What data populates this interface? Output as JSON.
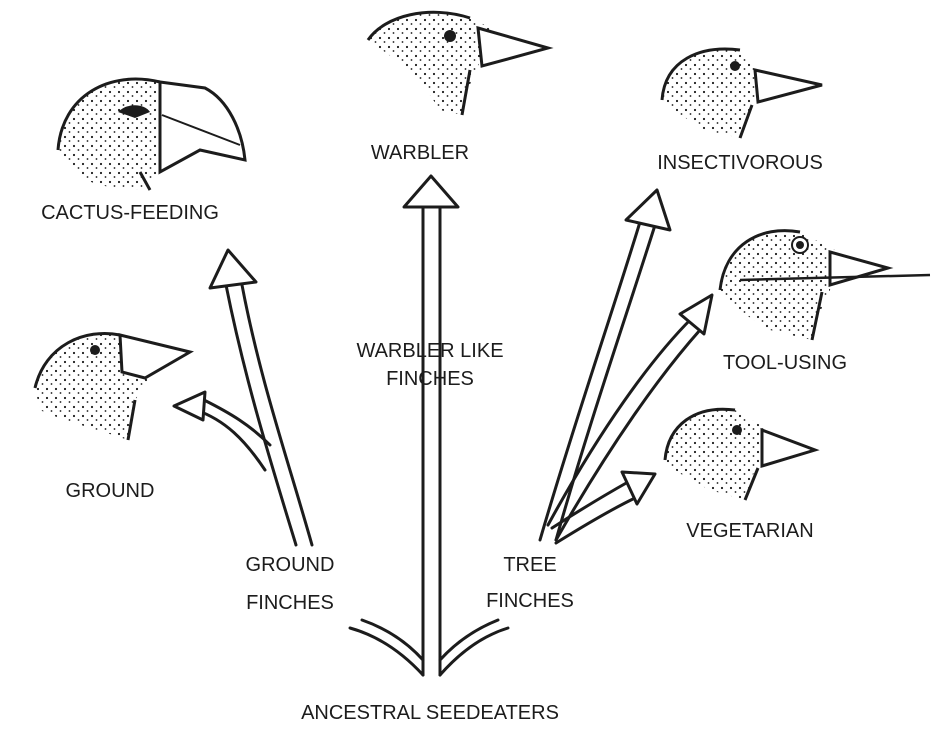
{
  "labels": {
    "cactus": "CACTUS-FEEDING",
    "ground": "GROUND",
    "warbler": "WARBLER",
    "warbler_like_1": "WARBLER LIKE",
    "warbler_like_2": "FINCHES",
    "insectivorous": "INSECTIVOROUS",
    "tool": "TOOL-USING",
    "vegetarian": "VEGETARIAN",
    "ground_finches_1": "GROUND",
    "ground_finches_2": "FINCHES",
    "tree_finches_1": "TREE",
    "tree_finches_2": "FINCHES",
    "root": "ANCESTRAL SEEDEATERS"
  },
  "colors": {
    "ink": "#1c1c1c",
    "background": "#ffffff"
  }
}
